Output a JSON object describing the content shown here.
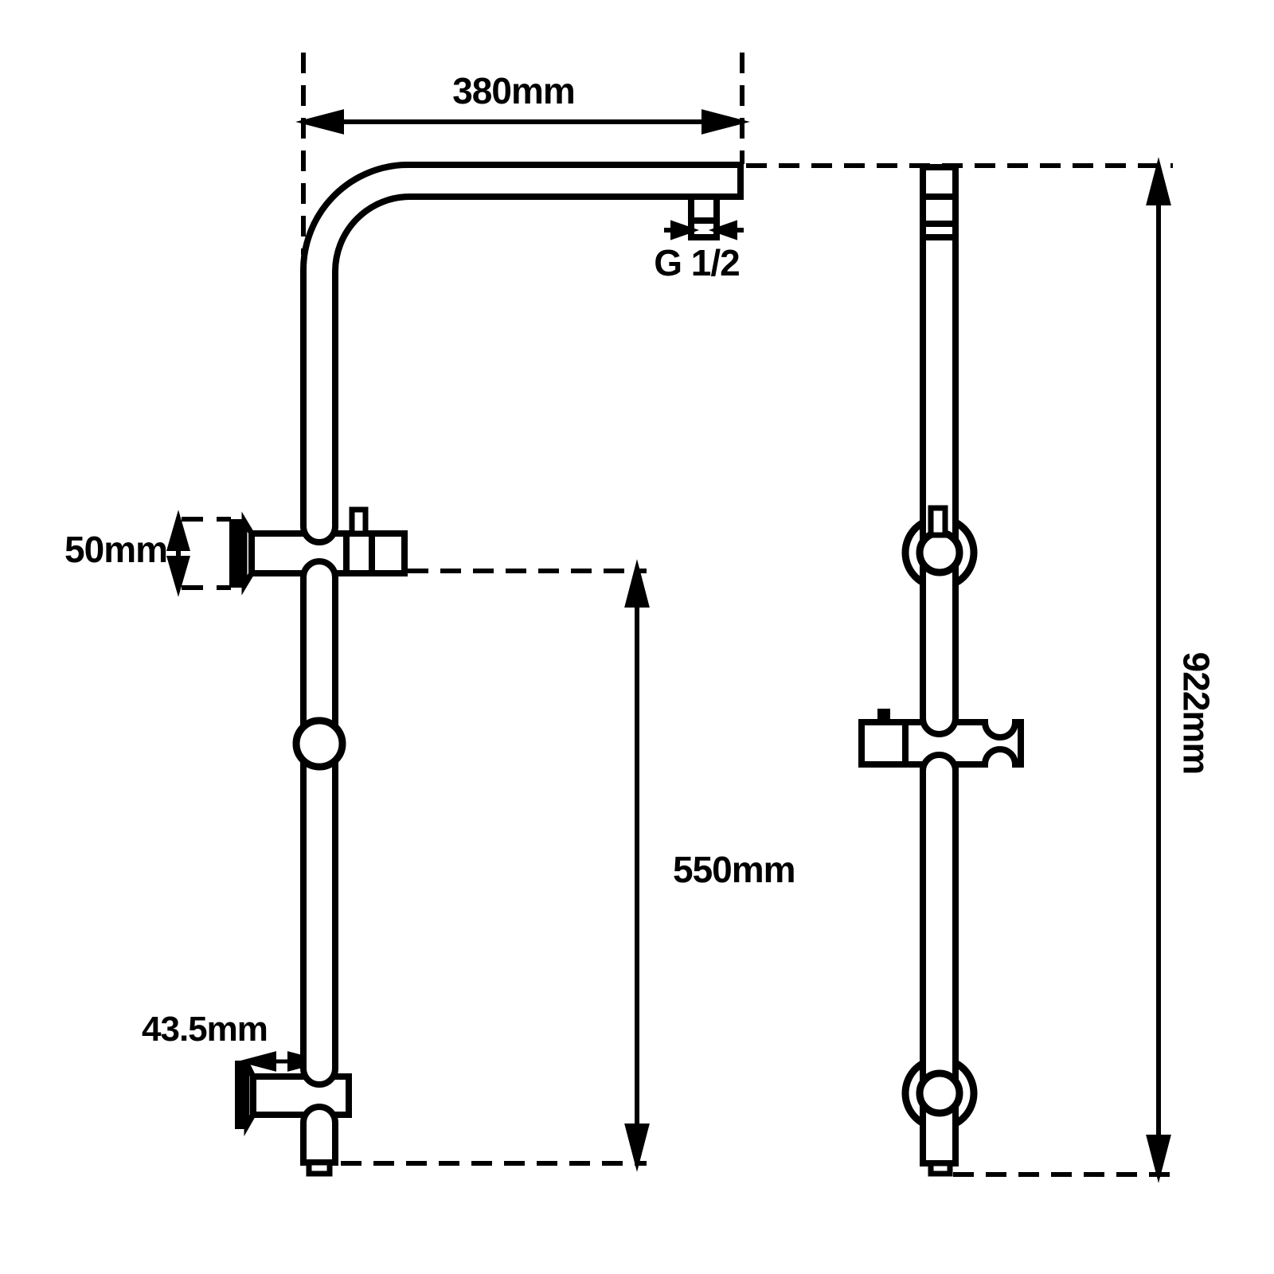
{
  "colors": {
    "ink": "#000000",
    "background": "#ffffff"
  },
  "labels": {
    "arm_length": "380mm",
    "thread": "G 1/2",
    "flange_height": "50mm",
    "handset_span": "550mm",
    "bottom_offset": "43.5mm",
    "overall_height": "922mm"
  }
}
